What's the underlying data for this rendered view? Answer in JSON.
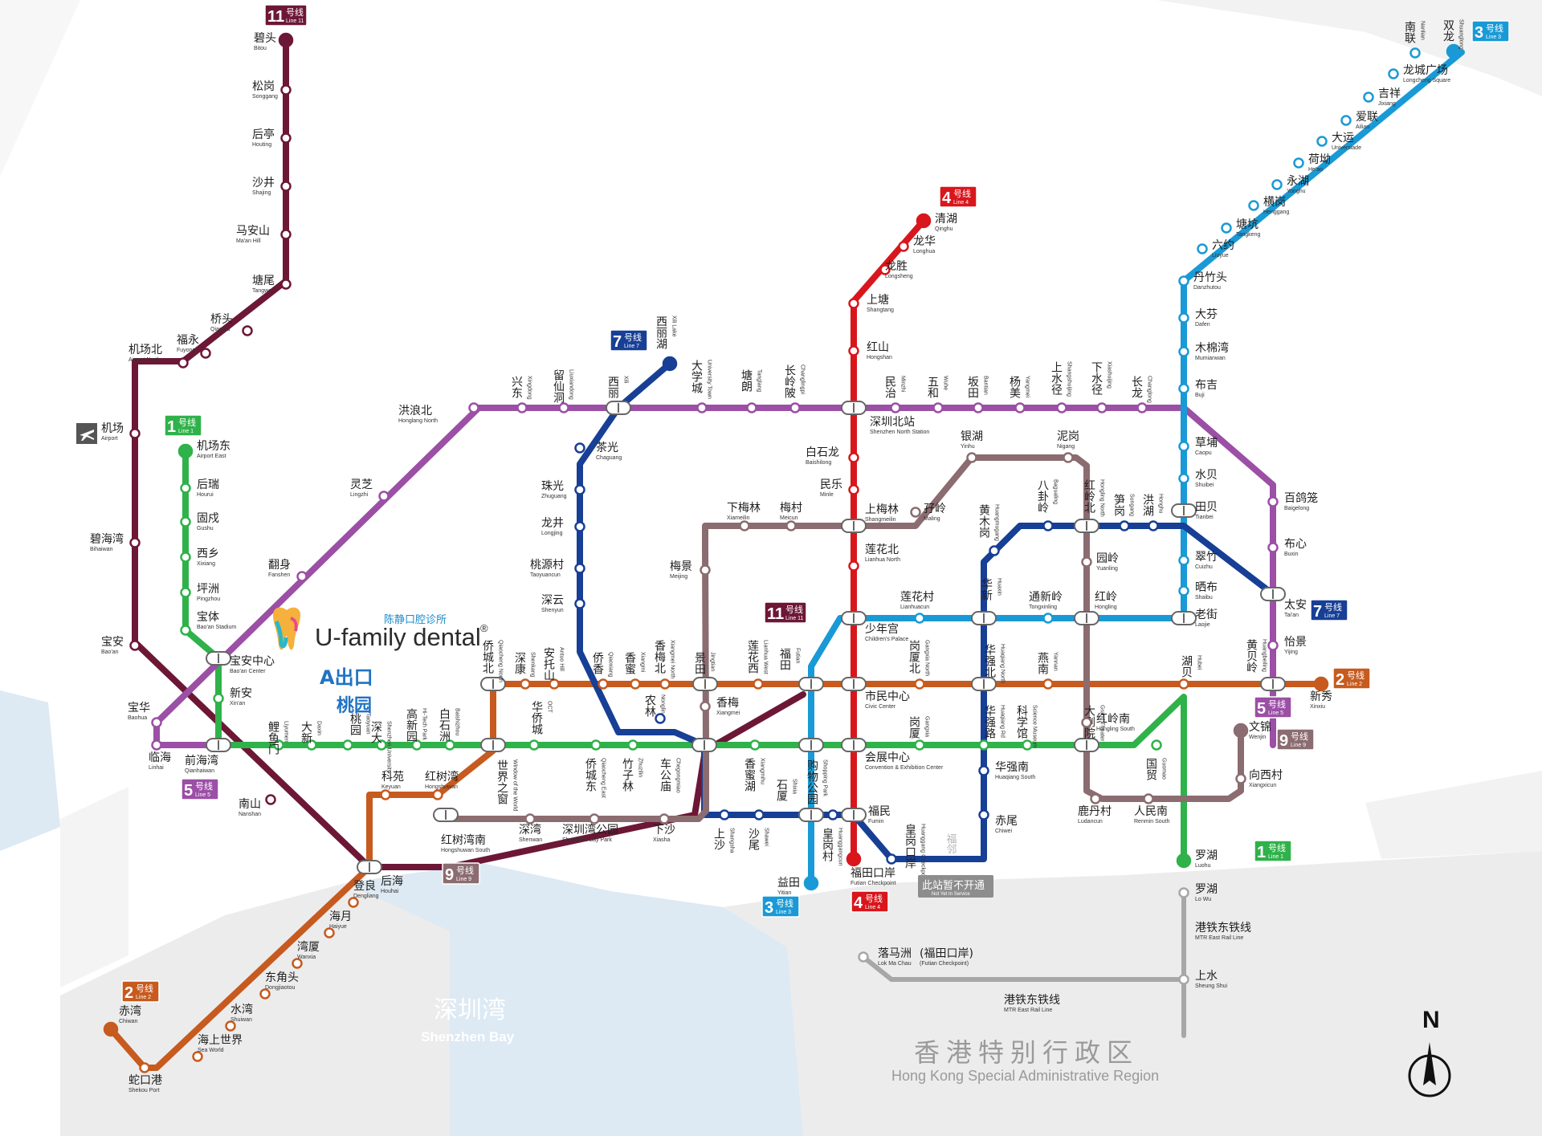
{
  "title": "",
  "colors": {
    "line1": "#2fb24a",
    "line2": "#c75a1e",
    "line3": "#199ad6",
    "line4": "#d8161c",
    "line5": "#9b4fa5",
    "line7": "#173f95",
    "line9": "#8b6c70",
    "line11": "#6d1736",
    "hk": "#a7a7a7",
    "water": "#dde9f3",
    "land_grey": "#ececec"
  },
  "labels": {
    "brand_cn": "陈静口腔诊所",
    "brand_en": "U-family dental",
    "brand_mark": "®",
    "exit_text": "A出口",
    "exit_station": "桃园",
    "exit_station_en": "Taoyuan",
    "bay_cn": "深圳湾",
    "bay_en": "Shenzhen Bay",
    "hk_cn": "香港特别行政区",
    "hk_en": "Hong Kong Special Administrative Region",
    "north": "N",
    "not_in_service_cn": "此站暂不开通",
    "not_in_service_en": "Not Yet In Service",
    "futian_dark_cn": "福邻",
    "futian_dark_en": "Futian"
  },
  "badges": [
    {
      "id": "b11",
      "num": "11",
      "cn": "号线",
      "en": "Line 11",
      "color": "#6d1736"
    },
    {
      "id": "b1",
      "num": "1",
      "cn": "号线",
      "en": "Line 1",
      "color": "#2fb24a"
    },
    {
      "id": "b5a",
      "num": "5",
      "cn": "号线",
      "en": "Line 5",
      "color": "#9b4fa5"
    },
    {
      "id": "b2a",
      "num": "2",
      "cn": "号线",
      "en": "Line 2",
      "color": "#c75a1e"
    },
    {
      "id": "b9a",
      "num": "9",
      "cn": "号线",
      "en": "Line 9",
      "color": "#8b6c70"
    },
    {
      "id": "b7a",
      "num": "7",
      "cn": "号线",
      "en": "Line 7",
      "color": "#173f95"
    },
    {
      "id": "b4a",
      "num": "4",
      "cn": "号线",
      "en": "Line 4",
      "color": "#d8161c"
    },
    {
      "id": "b11b",
      "num": "11",
      "cn": "号线",
      "en": "Line 11",
      "color": "#6d1736"
    },
    {
      "id": "b3a",
      "num": "3",
      "cn": "号线",
      "en": "Line 3",
      "color": "#199ad6"
    },
    {
      "id": "b3b",
      "num": "3",
      "cn": "号线",
      "en": "Line 3",
      "color": "#199ad6"
    },
    {
      "id": "b4b",
      "num": "4",
      "cn": "号线",
      "en": "Line 4",
      "color": "#d8161c"
    },
    {
      "id": "b7b",
      "num": "7",
      "cn": "号线",
      "en": "Line 7",
      "color": "#173f95"
    },
    {
      "id": "b2b",
      "num": "2",
      "cn": "号线",
      "en": "Line 2",
      "color": "#c75a1e"
    },
    {
      "id": "b5b",
      "num": "5",
      "cn": "号线",
      "en": "Line 5",
      "color": "#9b4fa5"
    },
    {
      "id": "b9b",
      "num": "9",
      "cn": "号线",
      "en": "Line 9",
      "color": "#8b6c70"
    },
    {
      "id": "b1b",
      "num": "1",
      "cn": "号线",
      "en": "Line 1",
      "color": "#2fb24a"
    }
  ],
  "stations": [
    {
      "id": "bitou",
      "cn": "碧头",
      "en": "Bitou"
    },
    {
      "id": "songgang",
      "cn": "松岗",
      "en": "Songgang"
    },
    {
      "id": "houting",
      "cn": "后亭",
      "en": "Houting"
    },
    {
      "id": "shajing",
      "cn": "沙井",
      "en": "Shajing"
    },
    {
      "id": "maanshan",
      "cn": "马安山",
      "en": "Ma'an Hill"
    },
    {
      "id": "tangwei",
      "cn": "塘尾",
      "en": "Tangwei"
    },
    {
      "id": "qiaotou",
      "cn": "桥头",
      "en": "Qiaotou"
    },
    {
      "id": "fuyong",
      "cn": "福永",
      "en": "Fuyong"
    },
    {
      "id": "airportnorth",
      "cn": "机场北",
      "en": "Airport North"
    },
    {
      "id": "airport",
      "cn": "机场",
      "en": "Airport"
    },
    {
      "id": "bihaiwan",
      "cn": "碧海湾",
      "en": "Bihaiwan"
    },
    {
      "id": "baoan",
      "cn": "宝安",
      "en": "Bao'an"
    },
    {
      "id": "nanshan",
      "cn": "南山",
      "en": "Nanshan"
    },
    {
      "id": "houhai",
      "cn": "后海",
      "en": "Houhai"
    },
    {
      "id": "airporteast",
      "cn": "机场东",
      "en": "Airport East"
    },
    {
      "id": "hourui",
      "cn": "后瑞",
      "en": "Hourui"
    },
    {
      "id": "gushu",
      "cn": "固戍",
      "en": "Gushu"
    },
    {
      "id": "xixiang",
      "cn": "西乡",
      "en": "Xixiang"
    },
    {
      "id": "pingzhou",
      "cn": "坪洲",
      "en": "Pingzhou"
    },
    {
      "id": "baotiyu",
      "cn": "宝体",
      "en": "Bao'an Stadium"
    },
    {
      "id": "baoancenter",
      "cn": "宝安中心",
      "en": "Bao'an Center"
    },
    {
      "id": "xinan",
      "cn": "新安",
      "en": "Xin'an"
    },
    {
      "id": "qianhaiwan",
      "cn": "前海湾",
      "en": "Qianhaiwan"
    },
    {
      "id": "liyumen",
      "cn": "鲤鱼门",
      "en": "Liyumen"
    },
    {
      "id": "daxin",
      "cn": "大新",
      "en": "Daxin"
    },
    {
      "id": "taoyuan",
      "cn": "桃园",
      "en": "Taoyuan"
    },
    {
      "id": "shenda",
      "cn": "深大",
      "en": "Shenzhen University"
    },
    {
      "id": "gaoxinyuan",
      "cn": "高新园",
      "en": "Hi-Tech Park"
    },
    {
      "id": "baishizhou",
      "cn": "白石洲",
      "en": "Baishizhou"
    },
    {
      "id": "shijiezhichuang",
      "cn": "世界之窗",
      "en": "Window of the World"
    },
    {
      "id": "huaqiaocheng",
      "cn": "华侨城",
      "en": "OCT"
    },
    {
      "id": "qiaochengdong",
      "cn": "侨城东",
      "en": "Qiaocheng East"
    },
    {
      "id": "zhuzilin",
      "cn": "竹子林",
      "en": "Zhuzilin"
    },
    {
      "id": "chegongmiao",
      "cn": "车公庙",
      "en": "Chegongmiao"
    },
    {
      "id": "xiangmihu",
      "cn": "香蜜湖",
      "en": "Xiangmihu"
    },
    {
      "id": "gouwugongyuan",
      "cn": "购物公园",
      "en": "Shopping Park"
    },
    {
      "id": "huizhanzhongxin",
      "cn": "会展中心",
      "en": "Convention & Exhibition Center"
    },
    {
      "id": "gangxia",
      "cn": "岗厦",
      "en": "Gangxia"
    },
    {
      "id": "huaqianglu",
      "cn": "华强路",
      "en": "Huaqiang Rd"
    },
    {
      "id": "kexueguan",
      "cn": "科学馆",
      "en": "Science Museum"
    },
    {
      "id": "datheater",
      "cn": "大剧院",
      "en": "Grand Theater"
    },
    {
      "id": "guomao",
      "cn": "国贸",
      "en": "Guomao"
    },
    {
      "id": "laojie",
      "cn": "老街",
      "en": "Laojie"
    },
    {
      "id": "luohu",
      "cn": "罗湖",
      "en": "Luohu"
    },
    {
      "id": "chiwan",
      "cn": "赤湾",
      "en": "Chiwan"
    },
    {
      "id": "shekougang",
      "cn": "蛇口港",
      "en": "Shekou Port"
    },
    {
      "id": "haishangshijie",
      "cn": "海上世界",
      "en": "Sea World"
    },
    {
      "id": "shuiwan",
      "cn": "水湾",
      "en": "Shuiwan"
    },
    {
      "id": "dongjiaotou",
      "cn": "东角头",
      "en": "Dongjiaotou"
    },
    {
      "id": "wanxia",
      "cn": "湾厦",
      "en": "Wanxia"
    },
    {
      "id": "haiyue",
      "cn": "海月",
      "en": "Haiyue"
    },
    {
      "id": "dengliang",
      "cn": "登良",
      "en": "Dengliang"
    },
    {
      "id": "keyuan",
      "cn": "科苑",
      "en": "Keyuan"
    },
    {
      "id": "hongshuwan",
      "cn": "红树湾",
      "en": "Hongshuwan"
    },
    {
      "id": "qiaochengbei",
      "cn": "侨城北",
      "en": "Qiaocheng North"
    },
    {
      "id": "shenkang",
      "cn": "深康",
      "en": "Shenkang"
    },
    {
      "id": "antuoshan",
      "cn": "安托山",
      "en": "Antuo Hill"
    },
    {
      "id": "qiaoxiang",
      "cn": "侨香",
      "en": "Qiaoxiang"
    },
    {
      "id": "xiangmi",
      "cn": "香蜜",
      "en": "Xiangmi"
    },
    {
      "id": "xiangmeibei",
      "cn": "香梅北",
      "en": "Xiangmei North"
    },
    {
      "id": "jingtian",
      "cn": "景田",
      "en": "Jingtian"
    },
    {
      "id": "lianhuaxi",
      "cn": "莲花西",
      "en": "Lianhua West"
    },
    {
      "id": "futian",
      "cn": "福田",
      "en": "Futian"
    },
    {
      "id": "shiminzhongxin",
      "cn": "市民中心",
      "en": "Civic Center"
    },
    {
      "id": "gangxiabei",
      "cn": "岗厦北",
      "en": "Gangxia North"
    },
    {
      "id": "huaqiangbei",
      "cn": "华强北",
      "en": "Huaqiang North"
    },
    {
      "id": "yannan",
      "cn": "燕南",
      "en": "Yannan"
    },
    {
      "id": "hubei",
      "cn": "湖贝",
      "en": "Hubei"
    },
    {
      "id": "huangbeiling",
      "cn": "黄贝岭",
      "en": "Huangbeiling"
    },
    {
      "id": "xinxiu",
      "cn": "新秀",
      "en": "Xinxiu"
    },
    {
      "id": "nanlian",
      "cn": "南联",
      "en": "Nanlian"
    },
    {
      "id": "shuanglong",
      "cn": "双龙",
      "en": "Shuanglong"
    },
    {
      "id": "longchengguangchang",
      "cn": "龙城广场",
      "en": "Longcheng Square"
    },
    {
      "id": "jixiang",
      "cn": "吉祥",
      "en": "Jixiang"
    },
    {
      "id": "ailian",
      "cn": "爱联",
      "en": "Ailian"
    },
    {
      "id": "dayun",
      "cn": "大运",
      "en": "Universiade"
    },
    {
      "id": "heao",
      "cn": "荷坳",
      "en": "He'ao"
    },
    {
      "id": "yonghu",
      "cn": "永湖",
      "en": "Yonghu"
    },
    {
      "id": "henggang",
      "cn": "横岗",
      "en": "Henggang"
    },
    {
      "id": "tangkeng",
      "cn": "塘坑",
      "en": "Tangkeng"
    },
    {
      "id": "liuyue",
      "cn": "六约",
      "en": "Liuyue"
    },
    {
      "id": "danzhutou",
      "cn": "丹竹头",
      "en": "Danzhutou"
    },
    {
      "id": "dafen",
      "cn": "大芬",
      "en": "Dafen"
    },
    {
      "id": "mumianwan",
      "cn": "木棉湾",
      "en": "Mumianwan"
    },
    {
      "id": "buji",
      "cn": "布吉",
      "en": "Buji"
    },
    {
      "id": "caopu",
      "cn": "草埔",
      "en": "Caopu"
    },
    {
      "id": "shuibei",
      "cn": "水贝",
      "en": "Shuibei"
    },
    {
      "id": "tianbei",
      "cn": "田贝",
      "en": "Tianbei"
    },
    {
      "id": "cuizhu",
      "cn": "翠竹",
      "en": "Cuizhu"
    },
    {
      "id": "shaibu",
      "cn": "晒布",
      "en": "Shaibu"
    },
    {
      "id": "lianhuacun",
      "cn": "莲花村",
      "en": "Lianhuacun"
    },
    {
      "id": "huaxin",
      "cn": "华新",
      "en": "Huaxin"
    },
    {
      "id": "tongxinling",
      "cn": "通新岭",
      "en": "Tongxinling"
    },
    {
      "id": "hongling",
      "cn": "红岭",
      "en": "Hongling"
    },
    {
      "id": "shaoniangong",
      "cn": "少年宫",
      "en": "Children's Palace"
    },
    {
      "id": "shixia",
      "cn": "石厦",
      "en": "Shixia"
    },
    {
      "id": "yitian",
      "cn": "益田",
      "en": "Yitian"
    },
    {
      "id": "qinghu",
      "cn": "清湖",
      "en": "Qinghu"
    },
    {
      "id": "longhua",
      "cn": "龙华",
      "en": "Longhua"
    },
    {
      "id": "longsheng",
      "cn": "龙胜",
      "en": "Longsheng"
    },
    {
      "id": "shangtang",
      "cn": "上塘",
      "en": "Shangtang"
    },
    {
      "id": "hongshan",
      "cn": "红山",
      "en": "Hongshan"
    },
    {
      "id": "shenzhenbeizhan",
      "cn": "深圳北站",
      "en": "Shenzhen North Station"
    },
    {
      "id": "baishilong",
      "cn": "白石龙",
      "en": "Baishilong"
    },
    {
      "id": "minle",
      "cn": "民乐",
      "en": "Minle"
    },
    {
      "id": "shangmeilin",
      "cn": "上梅林",
      "en": "Shangmeilin"
    },
    {
      "id": "lianhuabei",
      "cn": "莲花北",
      "en": "Lianhua North"
    },
    {
      "id": "fumin",
      "cn": "福民",
      "en": "Fumin"
    },
    {
      "id": "futiankouan",
      "cn": "福田口岸",
      "en": "Futian Checkpoint"
    },
    {
      "id": "xili",
      "cn": "西丽",
      "en": "Xili"
    },
    {
      "id": "xilihu",
      "cn": "西丽湖",
      "en": "Xili Lake"
    },
    {
      "id": "chaguang",
      "cn": "茶光",
      "en": "Chaguang"
    },
    {
      "id": "zhuguang",
      "cn": "珠光",
      "en": "Zhuguang"
    },
    {
      "id": "longjing",
      "cn": "龙井",
      "en": "Longjing"
    },
    {
      "id": "taoyuancun",
      "cn": "桃源村",
      "en": "Taoyuancun"
    },
    {
      "id": "shenyun",
      "cn": "深云",
      "en": "Shenyun"
    },
    {
      "id": "nonglin",
      "cn": "农林",
      "en": "Nonglin"
    },
    {
      "id": "shangsha",
      "cn": "上沙",
      "en": "Shangsha"
    },
    {
      "id": "shawei",
      "cn": "沙尾",
      "en": "Shawei"
    },
    {
      "id": "huanggangcun",
      "cn": "皇岗村",
      "en": "Huanggangcun"
    },
    {
      "id": "huanggangkouan",
      "cn": "皇岗口岸",
      "en": "Huanggang Checkpoint"
    },
    {
      "id": "chiwei",
      "cn": "赤尾",
      "en": "Chiwei"
    },
    {
      "id": "huaqiangnan",
      "cn": "华强南",
      "en": "Huaqiang South"
    },
    {
      "id": "huangmugang",
      "cn": "黄木岗",
      "en": "Huangmugang"
    },
    {
      "id": "bagualing",
      "cn": "八卦岭",
      "en": "Bagualing"
    },
    {
      "id": "honglingbei",
      "cn": "红岭北",
      "en": "Hongling North"
    },
    {
      "id": "sungang",
      "cn": "笋岗",
      "en": "Sungang"
    },
    {
      "id": "honghu",
      "cn": "洪湖",
      "en": "Honghu"
    },
    {
      "id": "taian",
      "cn": "太安",
      "en": "Tai'an"
    },
    {
      "id": "xingdong",
      "cn": "兴东",
      "en": "Xingdong"
    },
    {
      "id": "liuxiandong",
      "cn": "留仙洞",
      "en": "Liuxiandong"
    },
    {
      "id": "daxuecheng",
      "cn": "大学城",
      "en": "University Town"
    },
    {
      "id": "tanglang",
      "cn": "塘朗",
      "en": "Tanglang"
    },
    {
      "id": "changlingpi",
      "cn": "长岭陂",
      "en": "Changlingpi"
    },
    {
      "id": "minzhi",
      "cn": "民治",
      "en": "Minzhi"
    },
    {
      "id": "wuhe",
      "cn": "五和",
      "en": "Wuhe"
    },
    {
      "id": "bantian",
      "cn": "坂田",
      "en": "Bantian"
    },
    {
      "id": "yangmei",
      "cn": "杨美",
      "en": "Yangmei"
    },
    {
      "id": "shangshuijing",
      "cn": "上水径",
      "en": "Shangshuijing"
    },
    {
      "id": "xiashuijing",
      "cn": "下水径",
      "en": "Xiashuijing"
    },
    {
      "id": "changlong",
      "cn": "长龙",
      "en": "Changlong"
    },
    {
      "id": "baigelong",
      "cn": "百鸽笼",
      "en": "Baigelong"
    },
    {
      "id": "buxin",
      "cn": "布心",
      "en": "Buxin"
    },
    {
      "id": "yijing",
      "cn": "怡景",
      "en": "Yijing"
    },
    {
      "id": "honglangbei",
      "cn": "洪浪北",
      "en": "Honglang North"
    },
    {
      "id": "lingzhi",
      "cn": "灵芝",
      "en": "Lingzhi"
    },
    {
      "id": "fanshen",
      "cn": "翻身",
      "en": "Fanshen"
    },
    {
      "id": "baohua",
      "cn": "宝华",
      "en": "Baohua"
    },
    {
      "id": "linhai",
      "cn": "临海",
      "en": "Linhai"
    },
    {
      "id": "hongshuwannan",
      "cn": "红树湾南",
      "en": "Hongshuwan South"
    },
    {
      "id": "shenwan",
      "cn": "深湾",
      "en": "Shenwan"
    },
    {
      "id": "shenzhenwangongyuan",
      "cn": "深圳湾公园",
      "en": "Shenzhen Bay Park"
    },
    {
      "id": "xiasha",
      "cn": "下沙",
      "en": "Xiasha"
    },
    {
      "id": "meijing",
      "cn": "梅景",
      "en": "Meijing"
    },
    {
      "id": "xiameilin",
      "cn": "下梅林",
      "en": "Xiameilin"
    },
    {
      "id": "meicun",
      "cn": "梅村",
      "en": "Meicun"
    },
    {
      "id": "maling",
      "cn": "孖岭",
      "en": "Maling"
    },
    {
      "id": "yinhu",
      "cn": "银湖",
      "en": "Yinhu"
    },
    {
      "id": "nigang",
      "cn": "泥岗",
      "en": "Nigang"
    },
    {
      "id": "yuanling",
      "cn": "园岭",
      "en": "Yuanling"
    },
    {
      "id": "honglingnan",
      "cn": "红岭南",
      "en": "Hongling South"
    },
    {
      "id": "ludancun",
      "cn": "鹿丹村",
      "en": "Ludancun"
    },
    {
      "id": "renminnan",
      "cn": "人民南",
      "en": "Renmin South"
    },
    {
      "id": "xiangxicun",
      "cn": "向西村",
      "en": "Xiangxicun"
    },
    {
      "id": "wenjin",
      "cn": "文锦",
      "en": "Wenjin"
    },
    {
      "id": "xiangmei",
      "cn": "香梅",
      "en": "Xiangmei"
    },
    {
      "id": "lowu",
      "cn": "罗湖",
      "en": "Lo Wu"
    },
    {
      "id": "mtreast",
      "cn": "港铁东铁线",
      "en": "MTR East Rail Line"
    },
    {
      "id": "lokmachau",
      "cn": "落马洲",
      "en": "Lok Ma Chau"
    },
    {
      "id": "lokmachau_note",
      "cn": "(福田口岸)",
      "en": "(Futian Checkpoint)"
    },
    {
      "id": "sheungshui",
      "cn": "上水",
      "en": "Sheung Shui"
    },
    {
      "id": "mtreast2",
      "cn": "港铁东铁线",
      "en": "MTR East Rail Line"
    }
  ]
}
